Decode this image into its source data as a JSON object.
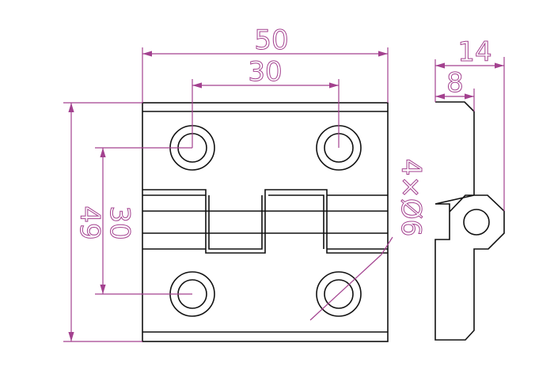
{
  "colors": {
    "part": "#111111",
    "dimension": "#a3418f"
  },
  "dimensions": {
    "overall_width": "50",
    "hole_spacing_horizontal": "30",
    "overall_height": "49",
    "hole_spacing_vertical": "30",
    "holes": "4×Ø6",
    "side_thickness": "14",
    "leaf_thickness": "8"
  }
}
